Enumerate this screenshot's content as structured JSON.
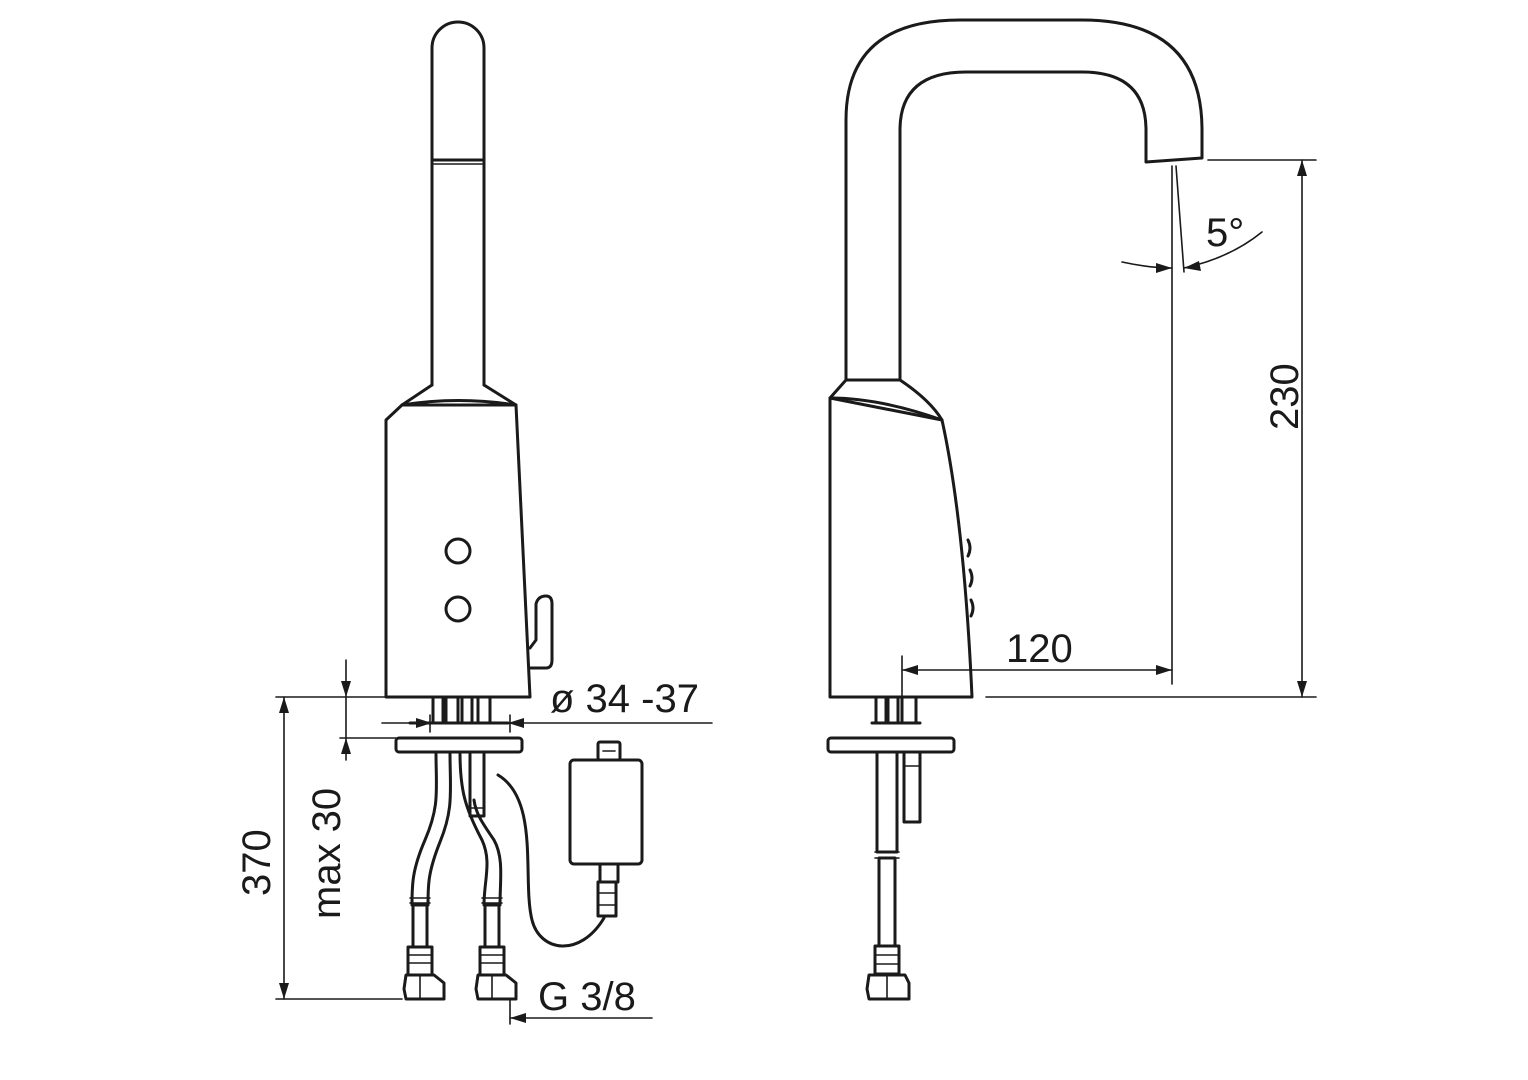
{
  "dimensions": {
    "diameter": "ø 34 -37",
    "max_thickness": "max 30",
    "total_height": "370",
    "connection": "G 3/8",
    "reach": "120",
    "spout_height": "230",
    "angle": "5°"
  }
}
